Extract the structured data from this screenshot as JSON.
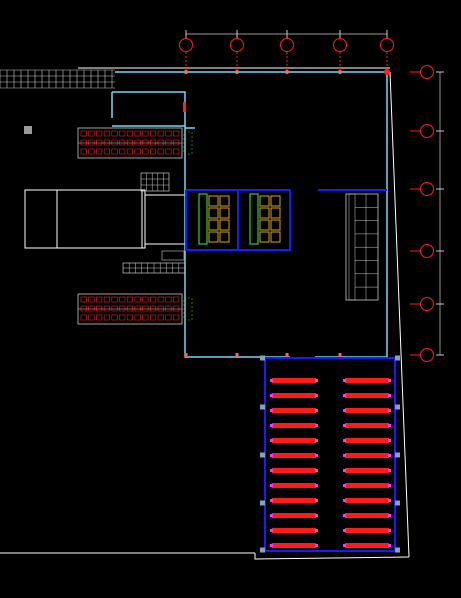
{
  "drawing": {
    "kind": "CAD floor plan",
    "background_color": "#000000",
    "colors": {
      "exterior_wall": "#ffffff",
      "interior_wall": "#7fd4f0",
      "zone_outline": "#1a1aff",
      "grid_axis": "#ff2020",
      "equipment_red": "#ff1a1a",
      "equipment_magenta": "#ff33ff",
      "rack_yellow": "#d9a41a",
      "rack_green": "#33cc33",
      "grey_detail": "#c8c8c8",
      "column_marker": "#a0a0a0"
    },
    "top_axis_markers": 5,
    "right_axis_markers": 6,
    "red_equipment_rows": 12,
    "red_equipment_columns": 2
  }
}
